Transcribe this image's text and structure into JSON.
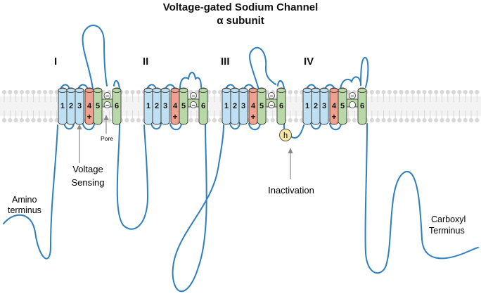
{
  "title": "Voltage-gated Sodium Channel",
  "subtitle": "α subunit",
  "domains": [
    {
      "label": "I",
      "segments": [
        "1",
        "2",
        "3",
        "4",
        "5",
        "6"
      ]
    },
    {
      "label": "II",
      "segments": [
        "1",
        "2",
        "3",
        "4",
        "5",
        "6"
      ]
    },
    {
      "label": "III",
      "segments": [
        "1",
        "2",
        "3",
        "4",
        "5",
        "6"
      ]
    },
    {
      "label": "IV",
      "segments": [
        "1",
        "2",
        "3",
        "4",
        "5",
        "6"
      ]
    }
  ],
  "charge_plus": "+",
  "charge_minus": "−",
  "labels": {
    "pore": "Pore",
    "voltage_line1": "Voltage",
    "voltage_line2": "Sensing",
    "inactivation": "Inactivation",
    "inactivation_gate": "h",
    "amino_line1": "Amino",
    "amino_line2": "terminus",
    "carboxyl_line1": "Carboxyl",
    "carboxyl_line2": "Terminus"
  },
  "colors": {
    "segment_blue": "#bfe0f2",
    "segment_red": "#f0a08e",
    "segment_green": "#b8d8a8",
    "loop": "#2d7fbf",
    "membrane": "#d8d8d8",
    "gate": "#f6e7a6"
  }
}
